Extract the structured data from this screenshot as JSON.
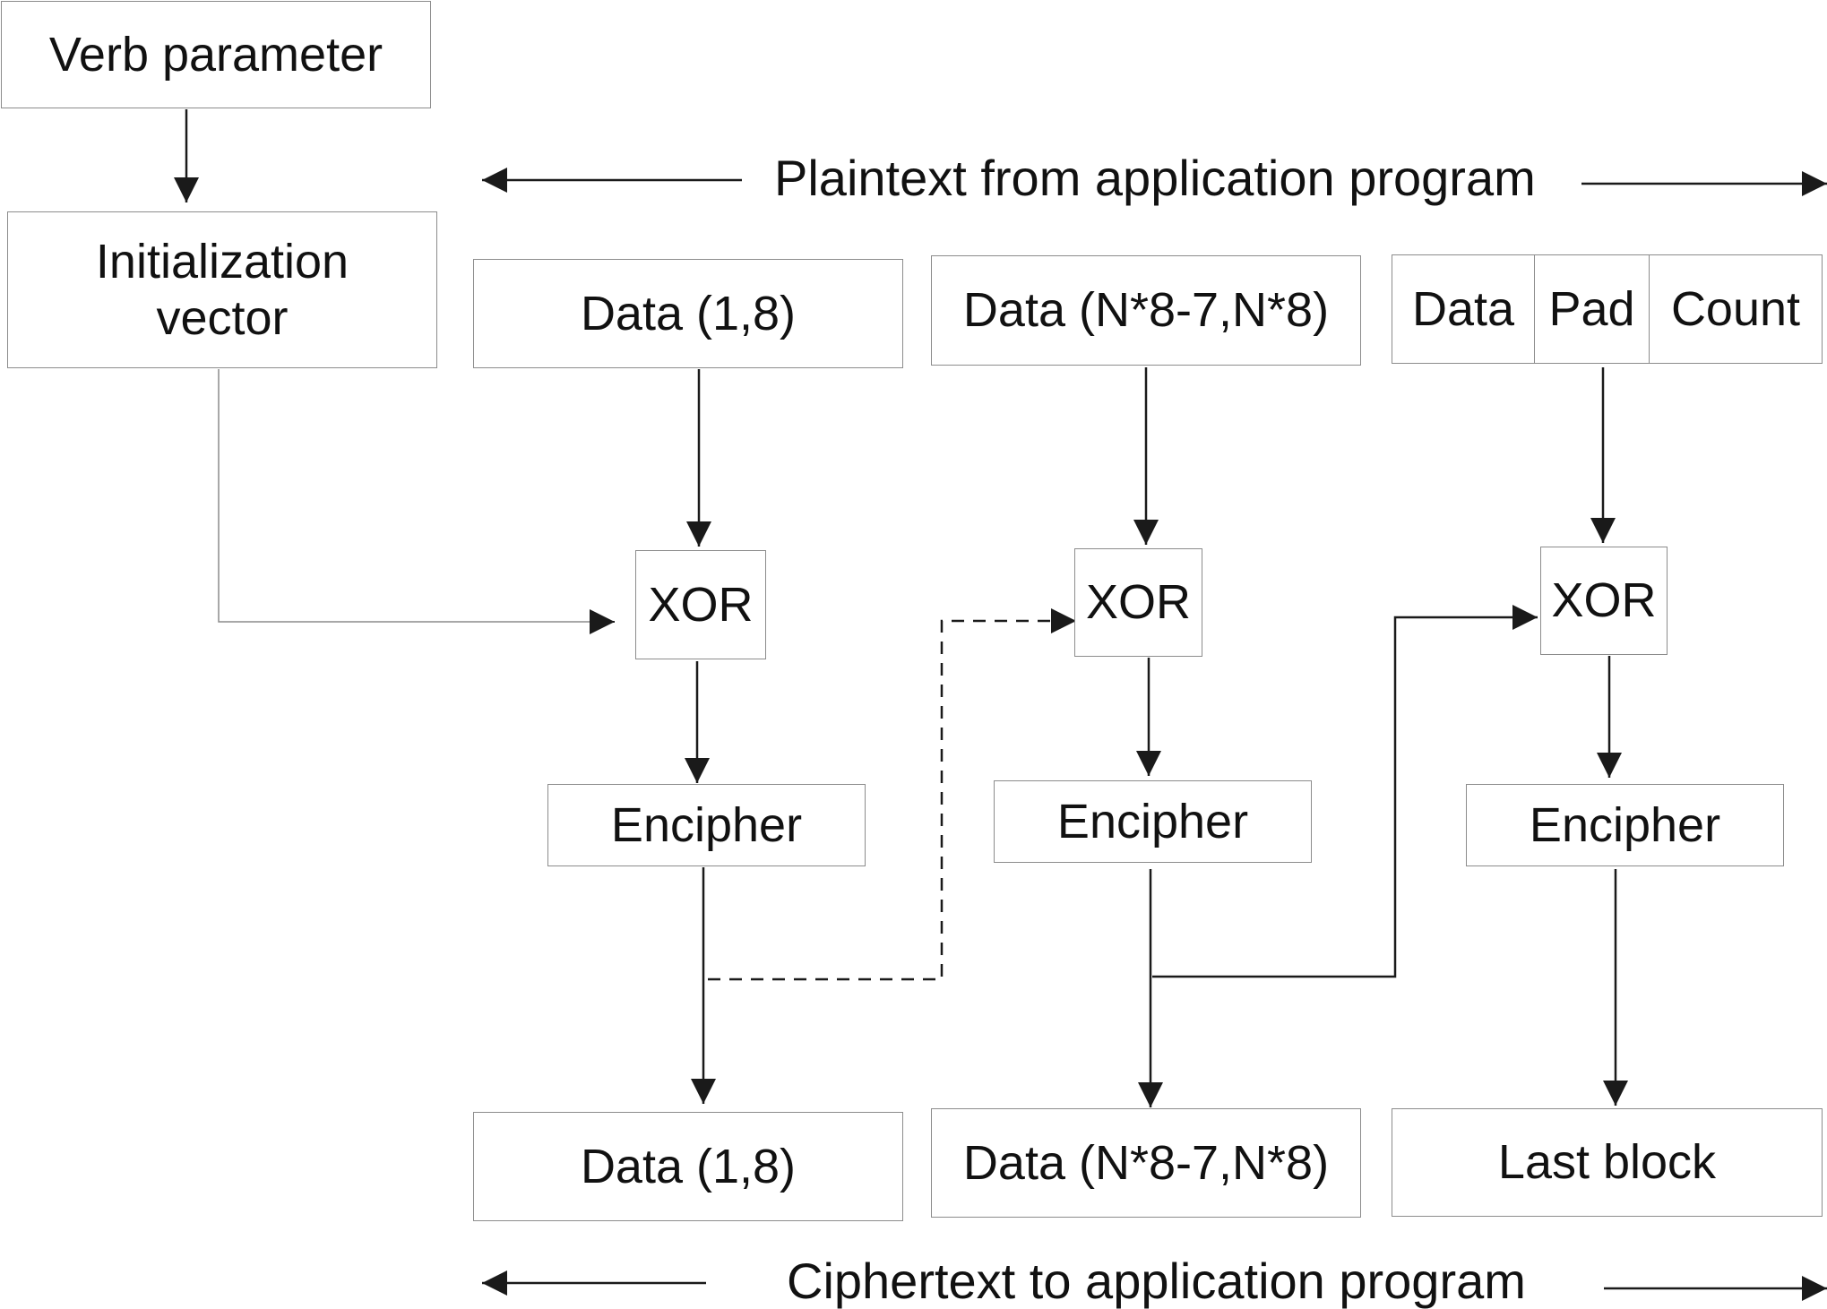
{
  "diagram": {
    "verb_parameter": "Verb parameter",
    "iv": {
      "line1": "Initialization",
      "line2": "vector"
    },
    "plaintext_label": "Plaintext from application program",
    "ciphertext_label": "Ciphertext to application program",
    "blocks": [
      {
        "input": "Data (1,8)",
        "xor": "XOR",
        "encipher": "Encipher",
        "output": "Data (1,8)"
      },
      {
        "input": "Data (N*8-7,N*8)",
        "xor": "XOR",
        "encipher": "Encipher",
        "output": "Data (N*8-7,N*8)"
      },
      {
        "input_parts": [
          "Data",
          "Pad",
          "Count"
        ],
        "xor": "XOR",
        "encipher": "Encipher",
        "output": "Last block"
      }
    ],
    "colors": {
      "line": "#1a1a1a",
      "box_border": "#8c8c8c",
      "text": "#111111",
      "background": "#ffffff"
    }
  }
}
